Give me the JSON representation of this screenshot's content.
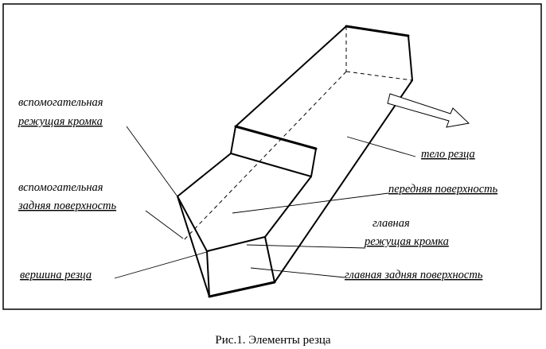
{
  "labels": {
    "aux_cutting_edge_1": "вспомогательная",
    "aux_cutting_edge_2": "режущая кромка",
    "aux_flank_1": "вспомогательная",
    "aux_flank_2": "задняя поверхность",
    "tip": "вершина резца",
    "body": "тело резца",
    "rake_face": "передняя поверхность",
    "main_cutting_edge_1": "главная",
    "main_cutting_edge_2": "режущая кромка",
    "main_flank": "главная задняя поверхность"
  },
  "caption": "Рис.1. Элементы резца"
}
